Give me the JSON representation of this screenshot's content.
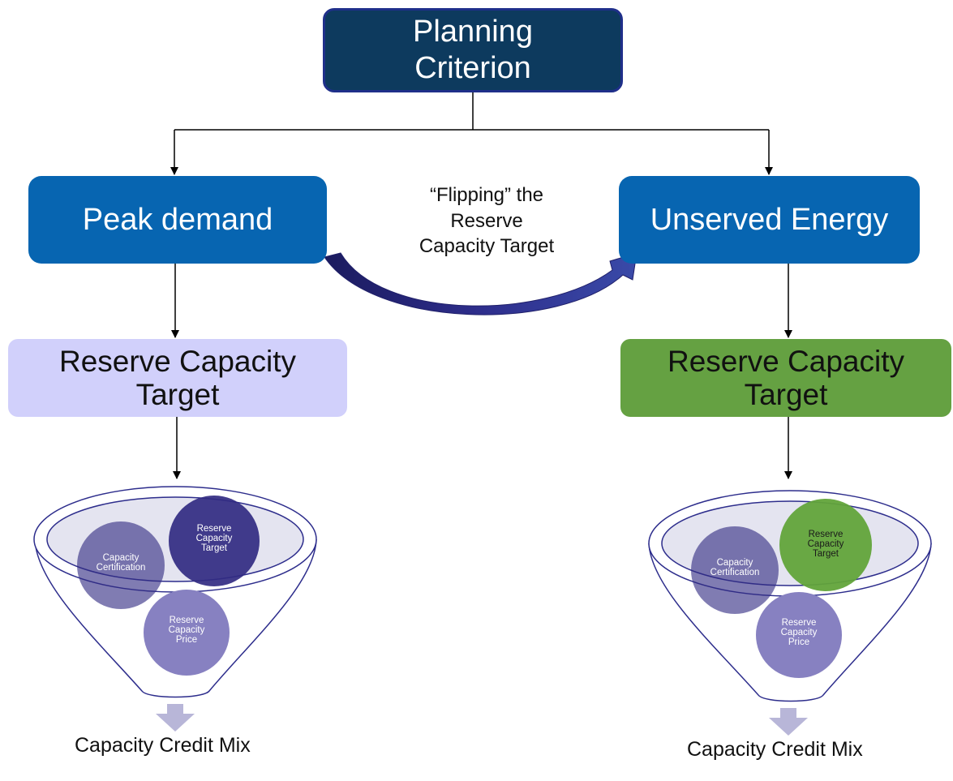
{
  "title": "Planning\nCriterion",
  "left_branch": {
    "label": "Peak demand",
    "target": "Reserve Capacity\nTarget",
    "funnel": {
      "certification": "Capacity\nCertification",
      "target": "Reserve\nCapacity\nTarget",
      "price": "Reserve\nCapacity\nPrice"
    },
    "result": "Capacity Credit Mix"
  },
  "right_branch": {
    "label": "Unserved Energy",
    "target": "Reserve Capacity\nTarget",
    "funnel": {
      "certification": "Capacity\nCertification",
      "target": "Reserve\nCapacity\nTarget",
      "price": "Reserve\nCapacity\nPrice"
    },
    "result": "Capacity Credit Mix"
  },
  "flip_label": "“Flipping” the\nReserve\nCapacity Target",
  "colors": {
    "title_box": "#0d3a5e",
    "branch_box": "#0765b1",
    "left_target_box": "#d1d0fb",
    "right_target_box": "#65a142",
    "circle_dark": "#322b82",
    "circle_light": "#8781c1",
    "circle_green": "#62a43a",
    "flip_arrow": "#2a2a82",
    "output_arrow": "#b8b6d8"
  }
}
